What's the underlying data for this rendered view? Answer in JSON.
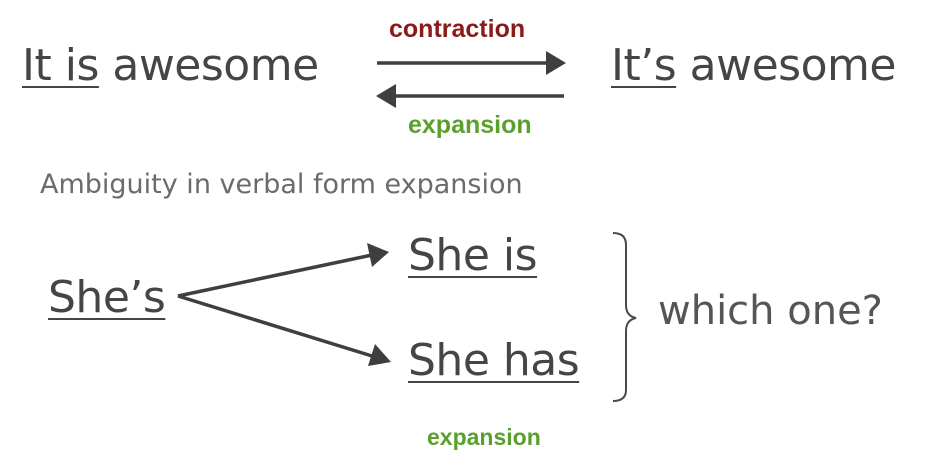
{
  "example": {
    "left_underlined": "It is",
    "left_rest": " awesome",
    "right_underlined": "It’s",
    "right_rest": " awesome",
    "contraction_label": "contraction",
    "expansion_label": "expansion"
  },
  "ambiguity": {
    "title": "Ambiguity in verbal form expansion",
    "source": "She’s",
    "option_top": "She is",
    "option_bottom": "She has",
    "question": "which one?",
    "bottom_label": "expansion"
  },
  "colors": {
    "text": "#454545",
    "arrow": "#3f3f3f",
    "contraction": "#8b1a1a",
    "expansion": "#5aa02c",
    "subtitle": "#6b6b6b"
  }
}
